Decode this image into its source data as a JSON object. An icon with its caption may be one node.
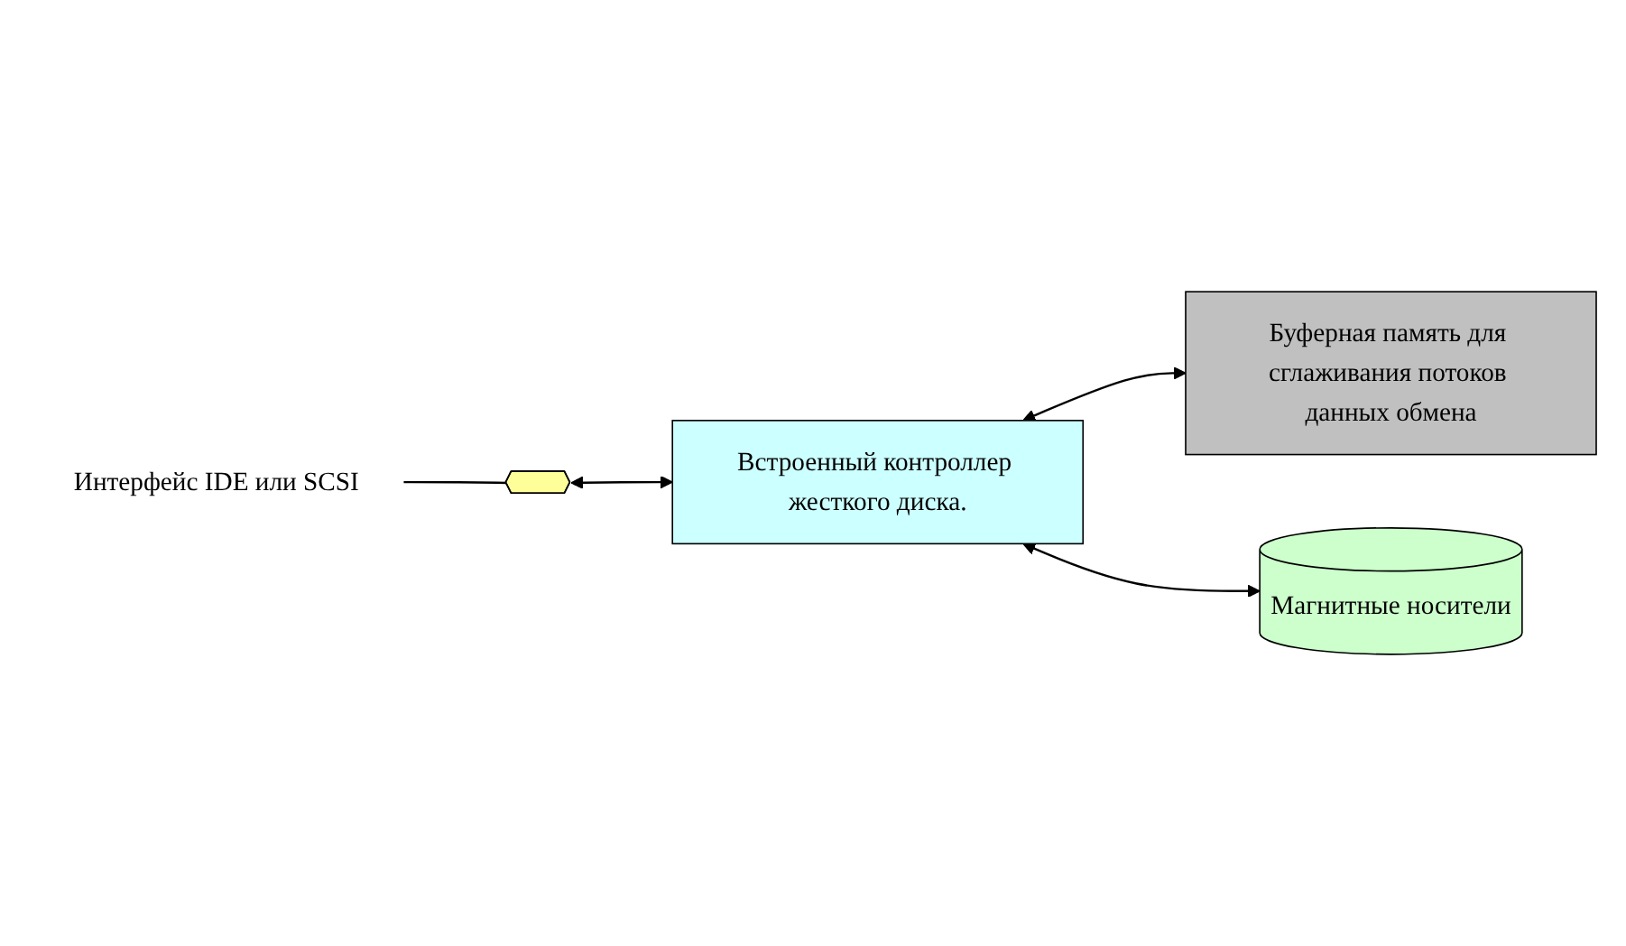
{
  "diagram": {
    "nodes": [
      {
        "text": [
          "Интерфейс IDE или SCSI"
        ]
      },
      {
        "text": [],
        "shape": "bar"
      },
      {
        "text": [
          "Встроенный контроллер жесткого диска."
        ]
      },
      {
        "text": [
          "Буферная память для сглаживания потоков данных обмена"
        ]
      },
      {
        "text": [
          "Магнитные носители"
        ]
      }
    ],
    "edges": [
      {
        "from": 0,
        "to": 1,
        "arrow": "none"
      },
      {
        "from": 1,
        "to": 2,
        "arrow": "both"
      },
      {
        "from": 2,
        "to": 3,
        "arrow": "both"
      },
      {
        "from": 2,
        "to": 4,
        "arrow": "both"
      }
    ]
  }
}
